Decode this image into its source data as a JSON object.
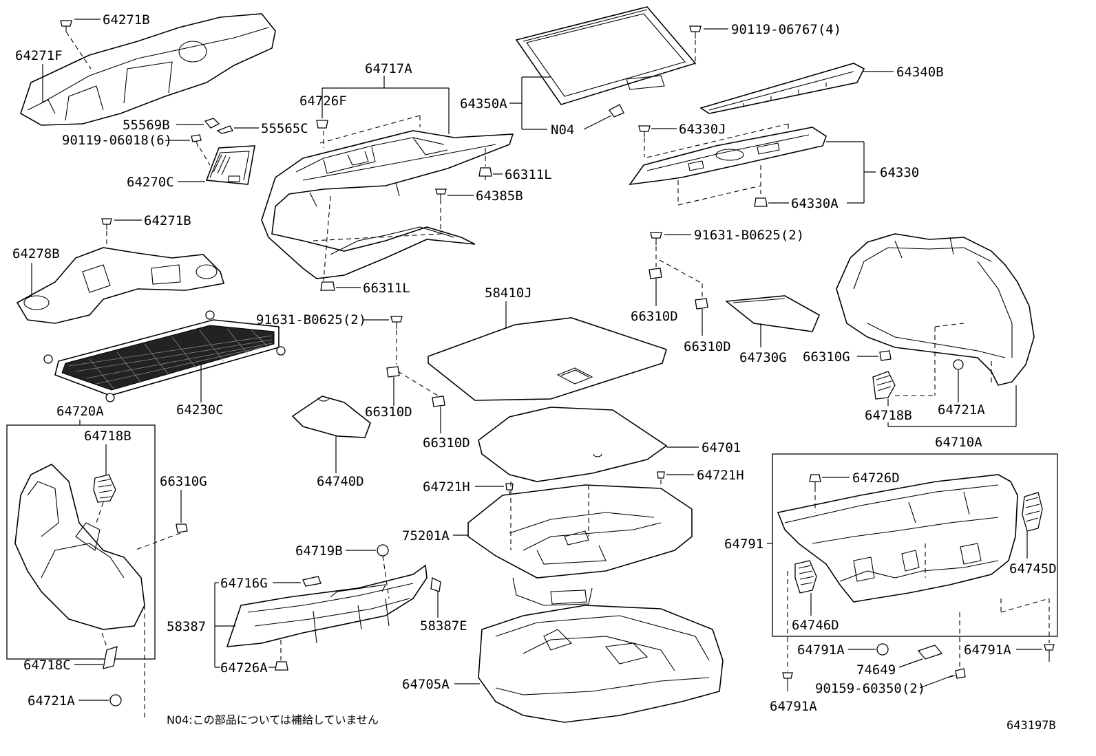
{
  "labels": {
    "p64271B_top": "64271B",
    "p64271F": "64271F",
    "p55569B": "55569B",
    "p55565C": "55565C",
    "p90119_06018": "90119-06018(6)",
    "p64270C": "64270C",
    "p64271B_mid": "64271B",
    "p64278B": "64278B",
    "p91631_left": "91631-B0625(2)",
    "p64230C": "64230C",
    "p64720A": "64720A",
    "p64718B_left": "64718B",
    "p66310G_left": "66310G",
    "p64718C": "64718C",
    "p64721A_left": "64721A",
    "p64717A": "64717A",
    "p64726F": "64726F",
    "p66311L_top": "66311L",
    "p64385B": "64385B",
    "p66311L_bot": "66311L",
    "p66310D_a": "66310D",
    "p66310D_b": "66310D",
    "p64740D": "64740D",
    "p64719B": "64719B",
    "p64716G": "64716G",
    "p58387": "58387",
    "p58387E": "58387E",
    "p64726A": "64726A",
    "p64350A": "64350A",
    "pN04": "N04",
    "p58410J": "58410J",
    "p64701": "64701",
    "p64721H_left": "64721H",
    "p64721H_right": "64721H",
    "p75201A": "75201A",
    "p64705A": "64705A",
    "p90119_06767": "90119-06767(4)",
    "p64340B": "64340B",
    "p64330J": "64330J",
    "p64330": "64330",
    "p64330A": "64330A",
    "p91631_right": "91631-B0625(2)",
    "p66310D_c": "66310D",
    "p66310D_d": "66310D",
    "p64730G": "64730G",
    "p66310G_right": "66310G",
    "p64718B_right": "64718B",
    "p64721A_right": "64721A",
    "p64710A": "64710A",
    "p64726D": "64726D",
    "p64791": "64791",
    "p64745D": "64745D",
    "p64746D": "64746D",
    "p64791A_a": "64791A",
    "p64791A_b": "64791A",
    "p64791A_c": "64791A",
    "p74649": "74649",
    "p90159_60350": "90159-60350(2)"
  },
  "footnote": "N04:この部品については補給していません",
  "diagram_id": "643197B"
}
